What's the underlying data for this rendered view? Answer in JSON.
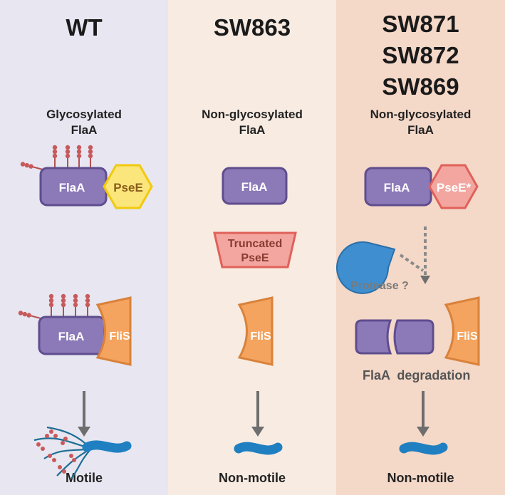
{
  "panels": [
    {
      "title": "WT",
      "subtitle_line1": "Glycosylated",
      "subtitle_line2": "FlaA",
      "footer": "Motile"
    },
    {
      "title": "SW863",
      "subtitle_line1": "Non-glycosylated",
      "subtitle_line2": "FlaA",
      "footer": "Non-motile"
    },
    {
      "title_lines": [
        "SW871",
        "SW872",
        "SW869"
      ],
      "subtitle_line1": "Non-glycosylated",
      "subtitle_line2": "FlaA",
      "footer": "Non-motile"
    }
  ],
  "labels": {
    "flaa": "FlaA",
    "psee": "PseE",
    "psee_mut": "PseE*",
    "truncated_line1": "Truncated",
    "truncated_line2": "PseE",
    "flis": "FliS",
    "protease": "Protease ?",
    "degradation": "FlaA  degradation"
  },
  "colors": {
    "panel_wt": "#e7e6f1",
    "panel_sw863": "#f7ebe2",
    "panel_mutants": "#f4d8c8",
    "flaa_fill": "#8b79b8",
    "flaa_stroke": "#5f4d8e",
    "psee_fill": "#fbe67c",
    "psee_stroke": "#f2c90d",
    "psee_mut_fill": "#f3a6a0",
    "psee_mut_stroke": "#e0615a",
    "flis_fill": "#f4a45f",
    "flis_stroke": "#d9823b",
    "protease_fill": "#3f8fd0",
    "bacterium": "#1f7fc1",
    "glycan": "#c8595a",
    "arrow": "#6e6e6e"
  }
}
